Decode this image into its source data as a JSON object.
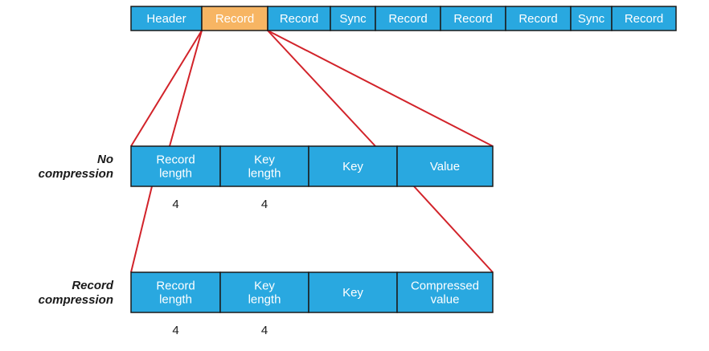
{
  "colors": {
    "cell_fill": "#29a8e0",
    "highlight_fill": "#f7b563",
    "connector": "#d2232a",
    "outline": "#1a1a1a",
    "cell_text": "#ffffff"
  },
  "top_row": {
    "cells": [
      {
        "label": "Header",
        "highlighted": false
      },
      {
        "label": "Record",
        "highlighted": true
      },
      {
        "label": "Record",
        "highlighted": false
      },
      {
        "label": "Sync",
        "highlighted": false
      },
      {
        "label": "Record",
        "highlighted": false
      },
      {
        "label": "Record",
        "highlighted": false
      },
      {
        "label": "Record",
        "highlighted": false
      },
      {
        "label": "Sync",
        "highlighted": false
      },
      {
        "label": "Record",
        "highlighted": false
      }
    ]
  },
  "no_compression": {
    "label": [
      "No",
      "compression"
    ],
    "cells": [
      {
        "lines": [
          "Record",
          "length"
        ]
      },
      {
        "lines": [
          "Key",
          "length"
        ]
      },
      {
        "lines": [
          "Key"
        ]
      },
      {
        "lines": [
          "Value"
        ]
      }
    ],
    "sizes": [
      "4",
      "4"
    ]
  },
  "record_compression": {
    "label": [
      "Record",
      "compression"
    ],
    "cells": [
      {
        "lines": [
          "Record",
          "length"
        ]
      },
      {
        "lines": [
          "Key",
          "length"
        ]
      },
      {
        "lines": [
          "Key"
        ]
      },
      {
        "lines": [
          "Compressed",
          "value"
        ]
      }
    ],
    "sizes": [
      "4",
      "4"
    ]
  }
}
